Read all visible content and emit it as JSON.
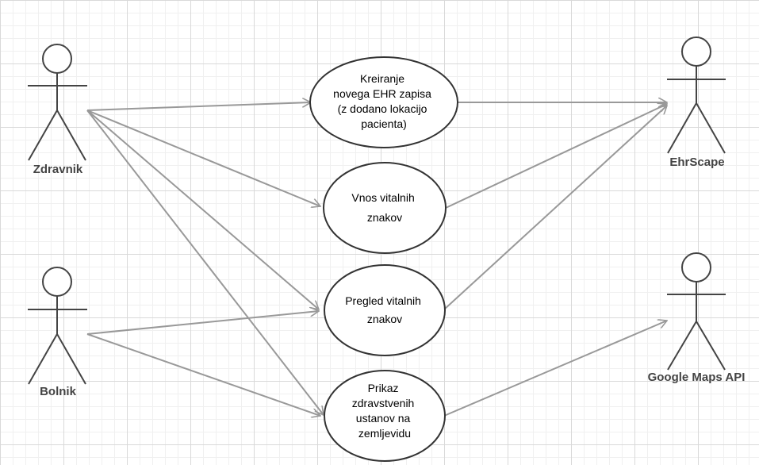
{
  "actors": {
    "zdravnik": "Zdravnik",
    "bolnik": "Bolnik",
    "ehrscape": "EhrScape",
    "google_maps": "Google Maps API"
  },
  "use_cases": {
    "create_ehr": [
      "Kreiranje",
      "novega EHR zapisa",
      "(z dodano lokacijo",
      "pacienta)"
    ],
    "enter_vitals": [
      "Vnos vitalnih",
      "znakov"
    ],
    "view_vitals": [
      "Pregled vitalnih",
      "znakov"
    ],
    "show_facilities": [
      "Prikaz",
      "zdravstvenih",
      "ustanov na",
      "zemljevidu"
    ]
  }
}
